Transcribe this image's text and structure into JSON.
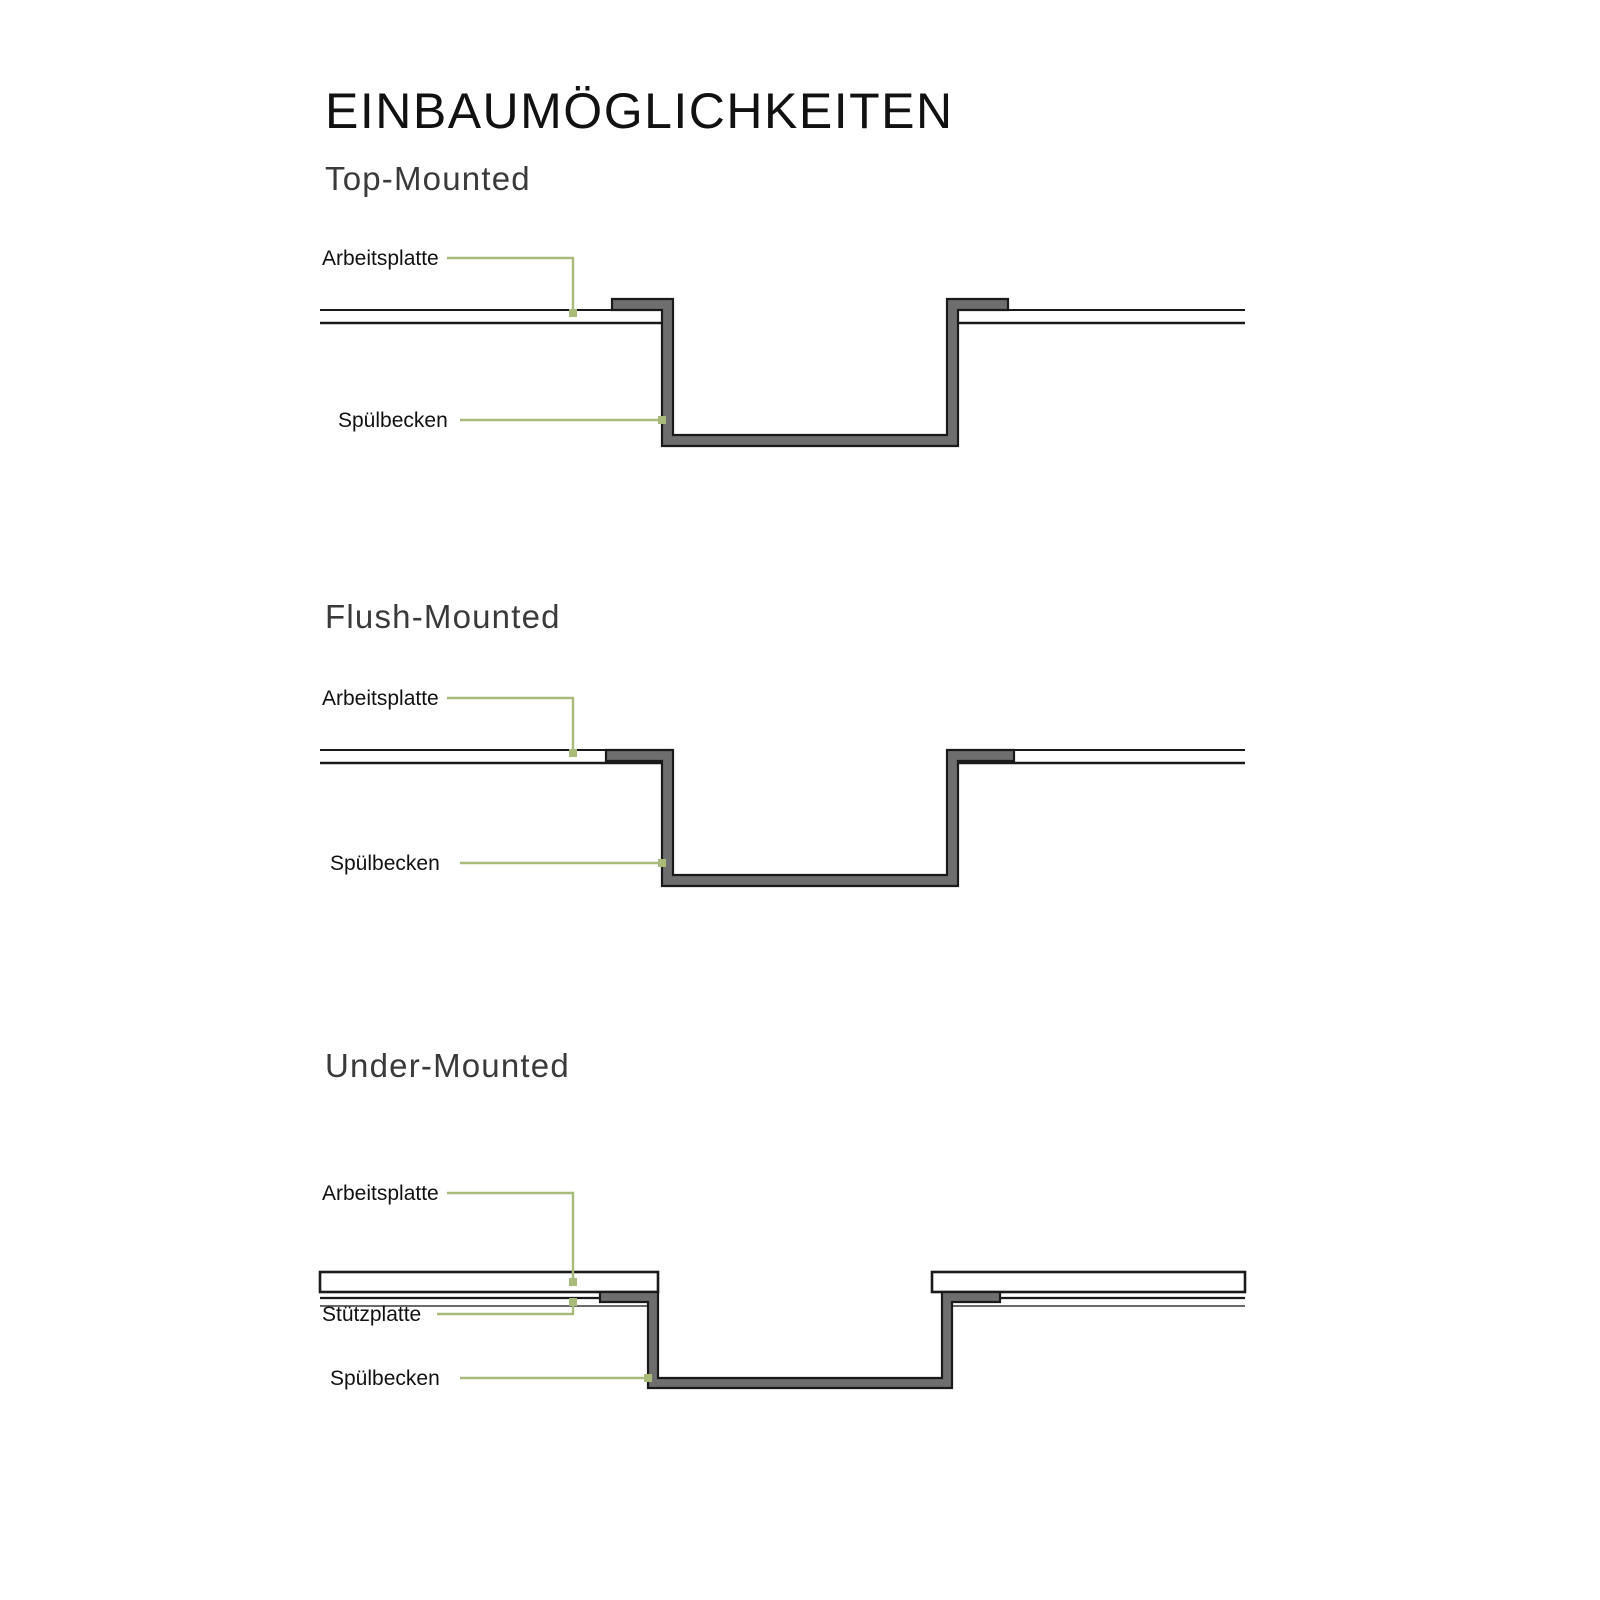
{
  "page": {
    "title": "EINBAUMÖGLICHKEITEN",
    "background_color": "#ffffff"
  },
  "colors": {
    "leader_green": "#a9bb7b",
    "sink_fill": "#6e6e6e",
    "sink_outline": "#1a1a1a",
    "counter_line": "#1a1a1a",
    "text": "#111111",
    "heading": "#3a3a3a"
  },
  "sections": [
    {
      "id": "top-mounted",
      "heading": "Top-Mounted",
      "labels": [
        {
          "id": "arbeitsplatte",
          "text": "Arbeitsplatte"
        },
        {
          "id": "spuelbecken",
          "text": "Spülbecken"
        }
      ]
    },
    {
      "id": "flush-mounted",
      "heading": "Flush-Mounted",
      "labels": [
        {
          "id": "arbeitsplatte",
          "text": "Arbeitsplatte"
        },
        {
          "id": "spuelbecken",
          "text": "Spülbecken"
        }
      ]
    },
    {
      "id": "under-mounted",
      "heading": "Under-Mounted",
      "labels": [
        {
          "id": "arbeitsplatte",
          "text": "Arbeitsplatte"
        },
        {
          "id": "stuetzplatte",
          "text": "Stützplatte"
        },
        {
          "id": "spuelbecken",
          "text": "Spülbecken"
        }
      ]
    }
  ]
}
